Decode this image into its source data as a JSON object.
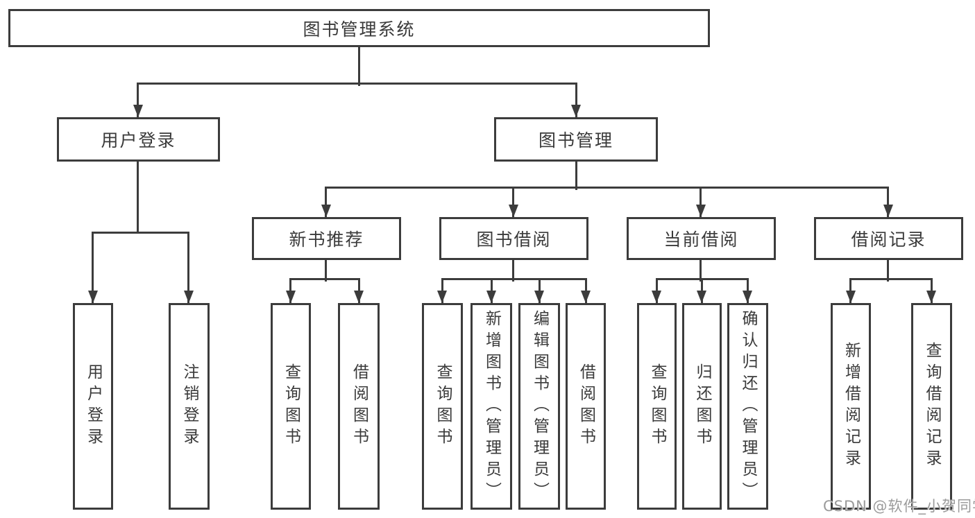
{
  "diagram": {
    "title": "图书管理系统",
    "branches": [
      {
        "label": "用户登录",
        "children": [
          {
            "label": "用户登录"
          },
          {
            "label": "注销登录"
          }
        ]
      },
      {
        "label": "图书管理",
        "children": [
          {
            "label": "新书推荐",
            "children": [
              {
                "label": "查询图书"
              },
              {
                "label": "借阅图书"
              }
            ]
          },
          {
            "label": "图书借阅",
            "children": [
              {
                "label": "查询图书"
              },
              {
                "label": "新增图书（管理员）"
              },
              {
                "label": "编辑图书（管理员）"
              },
              {
                "label": "借阅图书"
              }
            ]
          },
          {
            "label": "当前借阅",
            "children": [
              {
                "label": "查询图书"
              },
              {
                "label": "归还图书"
              },
              {
                "label": "确认归还（管理员）"
              }
            ]
          },
          {
            "label": "借阅记录",
            "children": [
              {
                "label": "新增借阅记录"
              },
              {
                "label": "查询借阅记录"
              }
            ]
          }
        ]
      }
    ]
  },
  "watermark": "CSDN @软件_小贺同学",
  "colors": {
    "line": "#3c3c3c",
    "text": "#3a3a3a",
    "box_fill": "#ffffff",
    "background": "#ffffff",
    "watermark": "#9b9b9b"
  }
}
